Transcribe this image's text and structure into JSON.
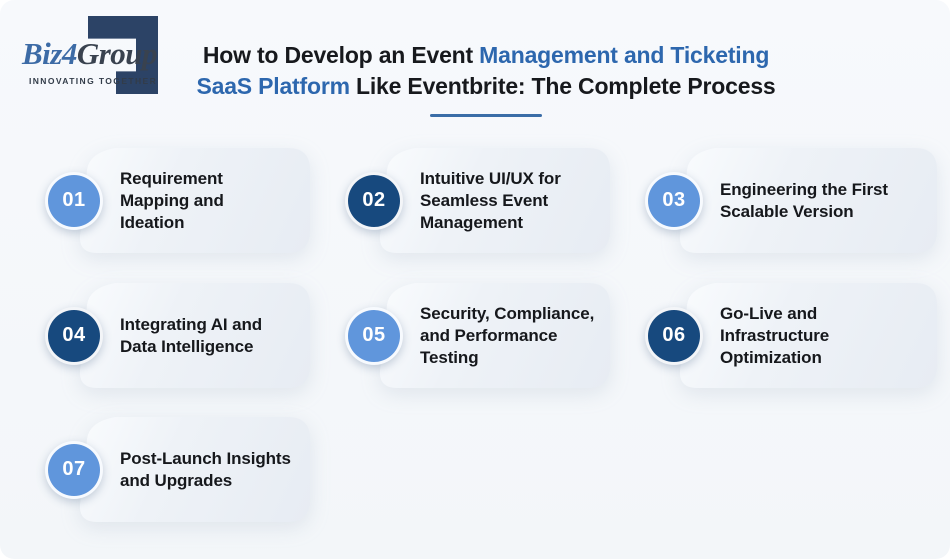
{
  "brand": {
    "name_part1": "Biz",
    "name_part2": "4",
    "name_part3": "Group",
    "tagline": "INNOVATING TOGETHER"
  },
  "title": {
    "line1_dark": "How to Develop an Event ",
    "line1_blue": "Management and Ticketing",
    "line2_blue": "SaaS Platform",
    "line2_dark": " Like Eventbrite: The Complete Process"
  },
  "steps": [
    {
      "number": "01",
      "label": "Requirement Mapping and Ideation",
      "tone": "light"
    },
    {
      "number": "02",
      "label": "Intuitive UI/UX for Seamless Event Management",
      "tone": "dark"
    },
    {
      "number": "03",
      "label": "Engineering the First Scalable Version",
      "tone": "light"
    },
    {
      "number": "04",
      "label": "Integrating AI and Data Intelligence",
      "tone": "dark"
    },
    {
      "number": "05",
      "label": "Security, Compliance, and Performance Testing",
      "tone": "light"
    },
    {
      "number": "06",
      "label": "Go-Live and Infrastructure Optimization",
      "tone": "dark"
    },
    {
      "number": "07",
      "label": "Post-Launch Insights and Upgrades",
      "tone": "light"
    }
  ],
  "colors": {
    "title_blue": "#2d67ae",
    "circle_light": "#6096dc",
    "circle_dark": "#17497e",
    "logo_navy": "#2c4366",
    "underline": "#3a6da7"
  }
}
